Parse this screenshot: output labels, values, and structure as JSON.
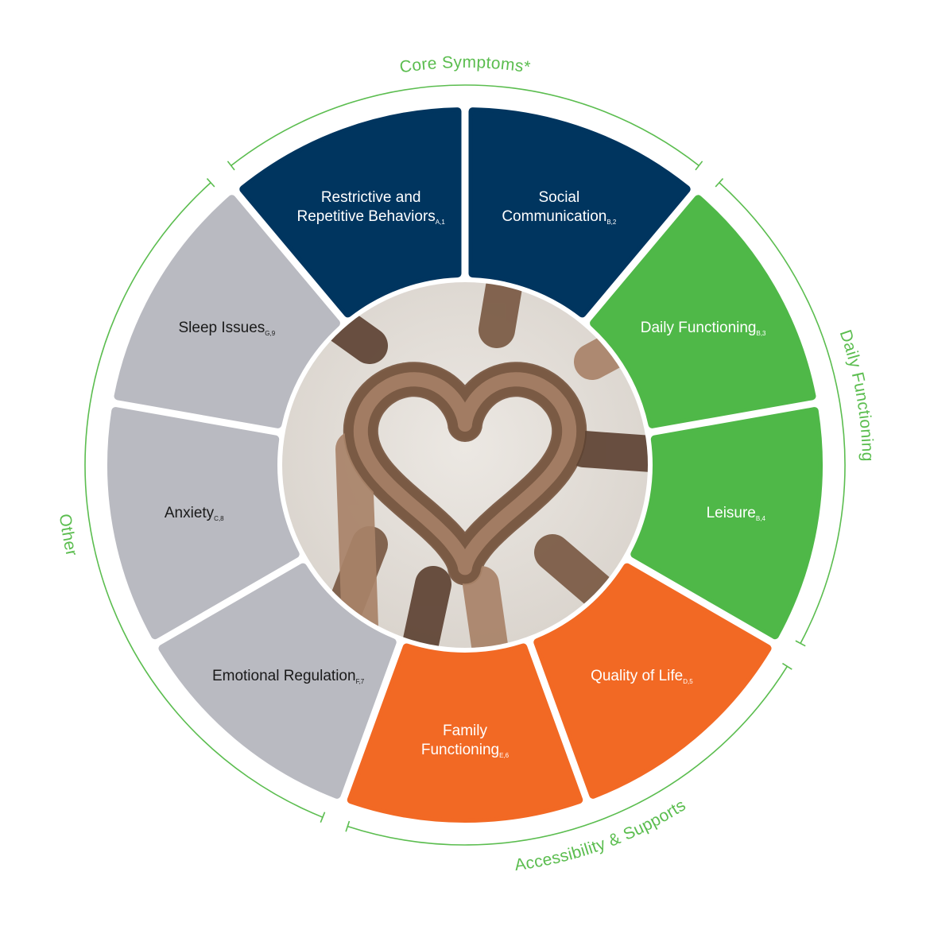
{
  "colors": {
    "core": "#00355f",
    "daily": "#4fb848",
    "access": "#f26924",
    "other": "#b9bac1",
    "bracket": "#5bbd4f",
    "center_bg": "#e3dfd9",
    "hands": "#8a6a54"
  },
  "center_image": {
    "icon": "hands-heart-photo",
    "description_name": "hands forming heart"
  },
  "groups": [
    {
      "key": "core",
      "label": "Core Symptoms*"
    },
    {
      "key": "daily",
      "label": "Daily Functioning"
    },
    {
      "key": "access",
      "label": "Accessibility & Supports"
    },
    {
      "key": "other",
      "label": "Other"
    }
  ],
  "segments": [
    {
      "group": "core",
      "lines": [
        "Restrictive and",
        "Repetitive Behaviors"
      ],
      "sub": "A,1",
      "text_color": "#ffffff"
    },
    {
      "group": "core",
      "lines": [
        "Social",
        "Communication"
      ],
      "sub": "B,2",
      "text_color": "#ffffff"
    },
    {
      "group": "daily",
      "lines": [
        "Daily Functioning"
      ],
      "sub": "B,3",
      "text_color": "#ffffff"
    },
    {
      "group": "daily",
      "lines": [
        "Leisure"
      ],
      "sub": "B,4",
      "text_color": "#ffffff"
    },
    {
      "group": "access",
      "lines": [
        "Quality of Life"
      ],
      "sub": "D,5",
      "text_color": "#ffffff"
    },
    {
      "group": "access",
      "lines": [
        "Family",
        "Functioning"
      ],
      "sub": "E,6",
      "text_color": "#ffffff"
    },
    {
      "group": "other",
      "lines": [
        "Emotional Regulation"
      ],
      "sub": "F,7",
      "text_color": "#1a1a1a"
    },
    {
      "group": "other",
      "lines": [
        "Anxiety"
      ],
      "sub": "C,8",
      "text_color": "#1a1a1a"
    },
    {
      "group": "other",
      "lines": [
        "Sleep Issues"
      ],
      "sub": "G,9",
      "text_color": "#1a1a1a"
    }
  ]
}
